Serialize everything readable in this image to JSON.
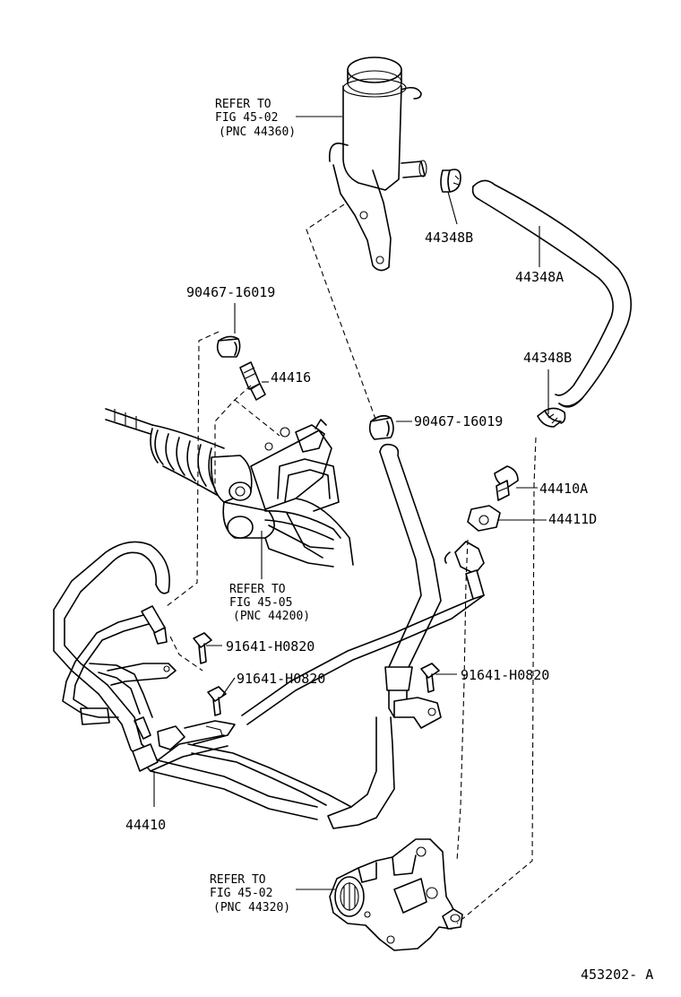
{
  "references": {
    "reservoir": {
      "line1": "REFER TO",
      "line2": "FIG 45-02",
      "line3": "(PNC 44360)"
    },
    "gear": {
      "line1": "REFER TO",
      "line2": "FIG 45-05",
      "line3": "(PNC 44200)"
    },
    "pump": {
      "line1": "REFER TO",
      "line2": "FIG 45-02",
      "line3": "(PNC 44320)"
    }
  },
  "parts": {
    "p44348B_top": "44348B",
    "p44348A": "44348A",
    "p44348B_mid": "44348B",
    "p90467_left": "90467-16019",
    "p44416": "44416",
    "p90467_mid": "90467-16019",
    "p44410A": "44410A",
    "p44411D": "44411D",
    "p91641_left": "91641-H0820",
    "p91641_mid": "91641-H0820",
    "p91641_right": "91641-H0820",
    "p44410": "44410"
  },
  "diagram_code": "453202- A"
}
